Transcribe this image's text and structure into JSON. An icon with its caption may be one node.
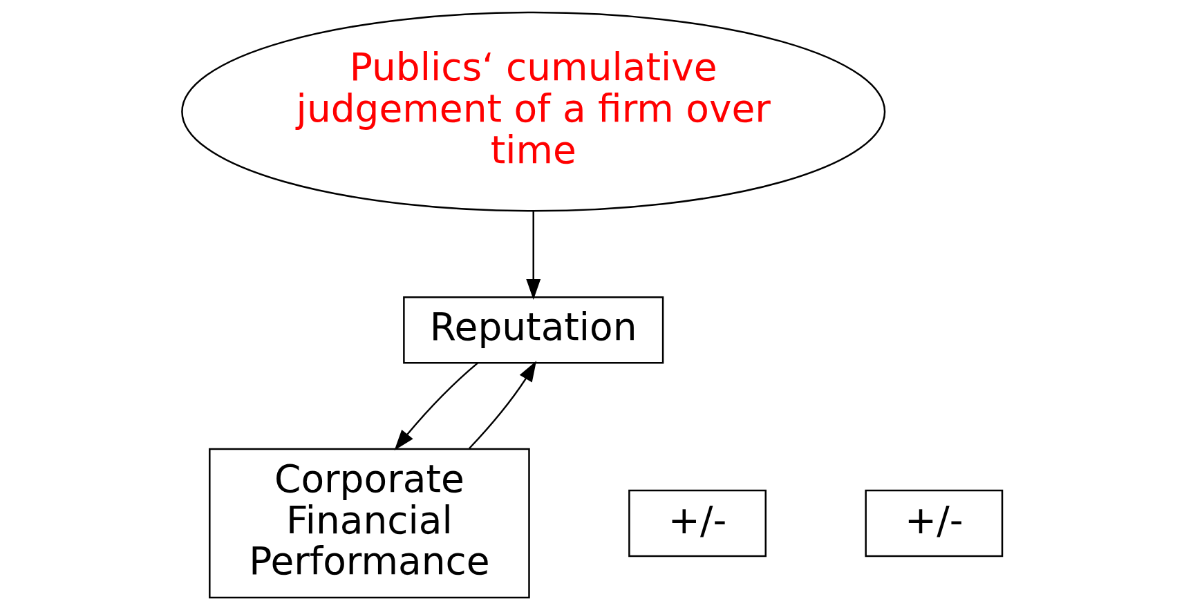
{
  "diagram": {
    "nodes": [
      {
        "text": [
          "Publics‘ cumulative judgement of a firm over time"
        ]
      },
      {
        "text": [
          "Reputation"
        ]
      },
      {
        "text": [
          "Corporate Financial Performance"
        ]
      },
      {
        "text": [
          "+/-"
        ]
      },
      {
        "text": [
          "+/-"
        ]
      }
    ],
    "edges": [
      {
        "from": 0,
        "to": 1,
        "arrow": "to"
      },
      {
        "from": 1,
        "to": 2,
        "arrow": "to"
      },
      {
        "from": 2,
        "to": 1,
        "arrow": "to"
      }
    ]
  }
}
